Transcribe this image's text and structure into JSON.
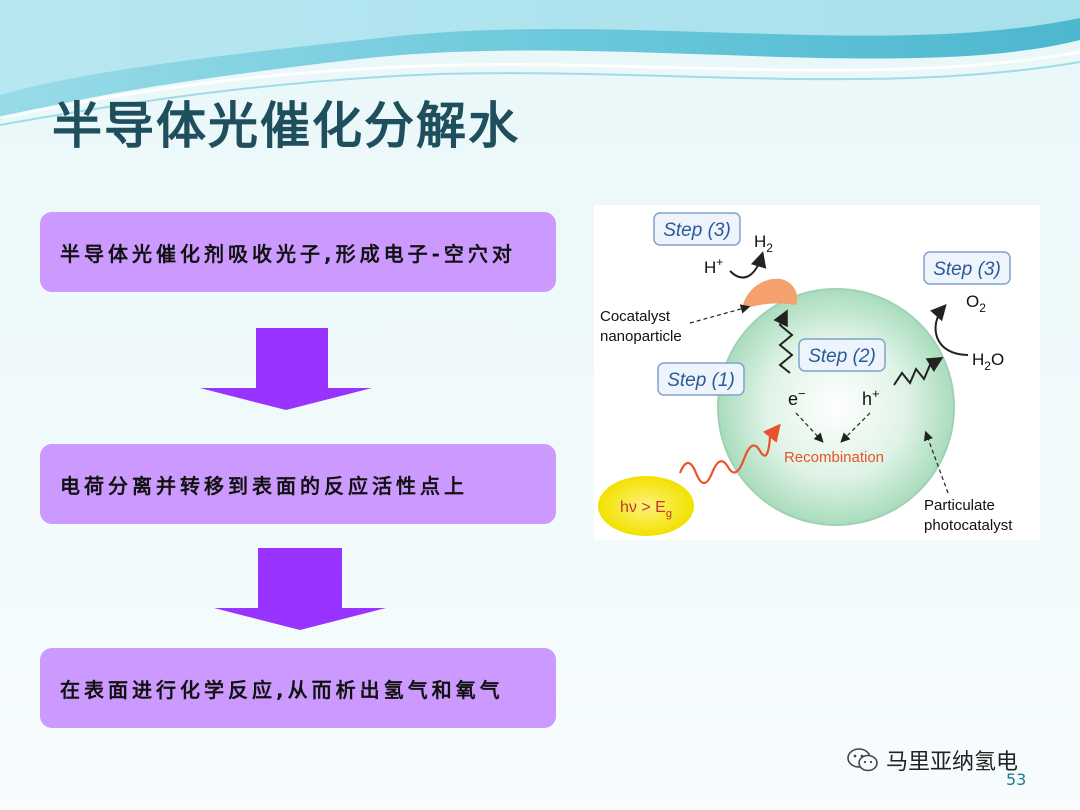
{
  "slide": {
    "title": "半导体光催化分解水",
    "page_number": "53"
  },
  "flow": {
    "step1": "半导体光催化剂吸收光子,形成电子-空穴对",
    "step2": "电荷分离并转移到表面的反应活性点上",
    "step3": "在表面进行化学反应,从而析出氢气和氧气"
  },
  "diagram": {
    "step3_left": "Step (3)",
    "step3_right": "Step (3)",
    "step2": "Step (2)",
    "step1": "Step (1)",
    "h2": "H",
    "h2_sub": "2",
    "h_plus": "H",
    "h_plus_sup": "+",
    "o2": "O",
    "o2_sub": "2",
    "h2o_h": "H",
    "h2o_sub": "2",
    "h2o_o": "O",
    "cocatalyst_line1": "Cocatalyst",
    "cocatalyst_line2": "nanoparticle",
    "electron": "e",
    "electron_sup": "−",
    "hole": "h",
    "hole_sup": "+",
    "recombination": "Recombination",
    "photon_hv": "hν > E",
    "photon_sub": "g",
    "particulate_line1": "Particulate",
    "particulate_line2": "photocatalyst"
  },
  "watermark": {
    "text": "马里亚纳氢电"
  },
  "colors": {
    "title": "#1f4e5c",
    "box_fill": "#cc99ff",
    "arrow_fill": "#9933ff",
    "sphere_fill": "#c9ecd6",
    "recombination_text": "#e8532a"
  }
}
